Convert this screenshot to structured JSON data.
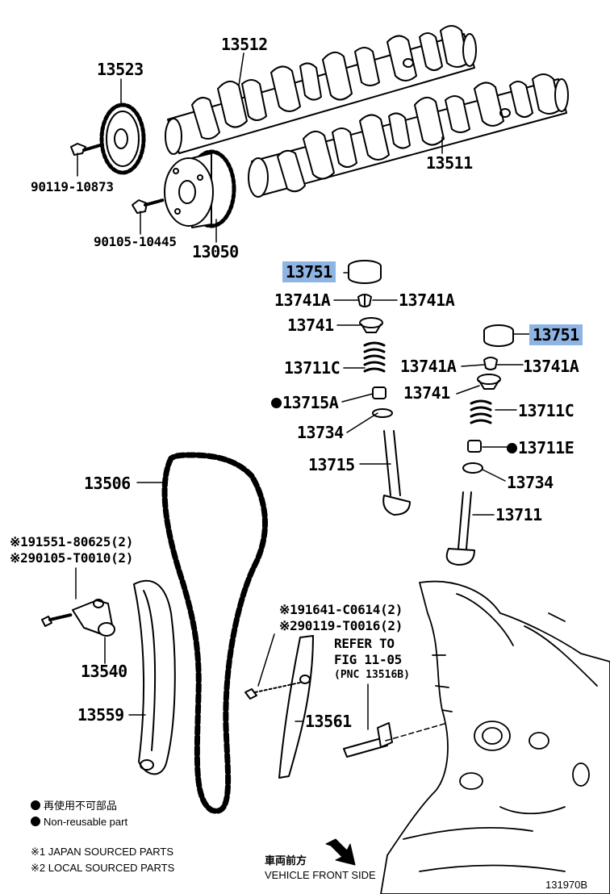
{
  "parts": {
    "p13512": "13512",
    "p13523": "13523",
    "p13511": "13511",
    "p90119_10873": "90119-10873",
    "p90105_10445": "90105-10445",
    "p13050": "13050",
    "p13751_a": "13751",
    "p13751_b": "13751",
    "p13741A_1": "13741A",
    "p13741A_2": "13741A",
    "p13741A_3": "13741A",
    "p13741A_4": "13741A",
    "p13741_a": "13741",
    "p13741_b": "13741",
    "p13711C_a": "13711C",
    "p13711C_b": "13711C",
    "p13715A": "13715A",
    "p13734_a": "13734",
    "p13734_b": "13734",
    "p13711E": "13711E",
    "p13715": "13715",
    "p13711": "13711",
    "p13506": "13506",
    "p91551": "※191551-80625(2)",
    "p90105_T": "※290105-T0010(2)",
    "p13540": "13540",
    "p13559": "13559",
    "p91641": "※191641-C0614(2)",
    "p90119_T": "※290119-T0016(2)",
    "p13561": "13561"
  },
  "reference": {
    "line1": "REFER TO",
    "line2": "FIG 11-05",
    "line3": "(PNC 13516B)"
  },
  "legend": {
    "jp": "再使用不可部品",
    "en": "Non-reusable part",
    "note1": "※1 JAPAN SOURCED PARTS",
    "note2": "※2 LOCAL SOURCED PARTS"
  },
  "direction": {
    "jp": "車両前方",
    "en": "VEHICLE FRONT SIDE"
  },
  "figure_id": "131970B",
  "highlight_color": "#8eb4e3"
}
